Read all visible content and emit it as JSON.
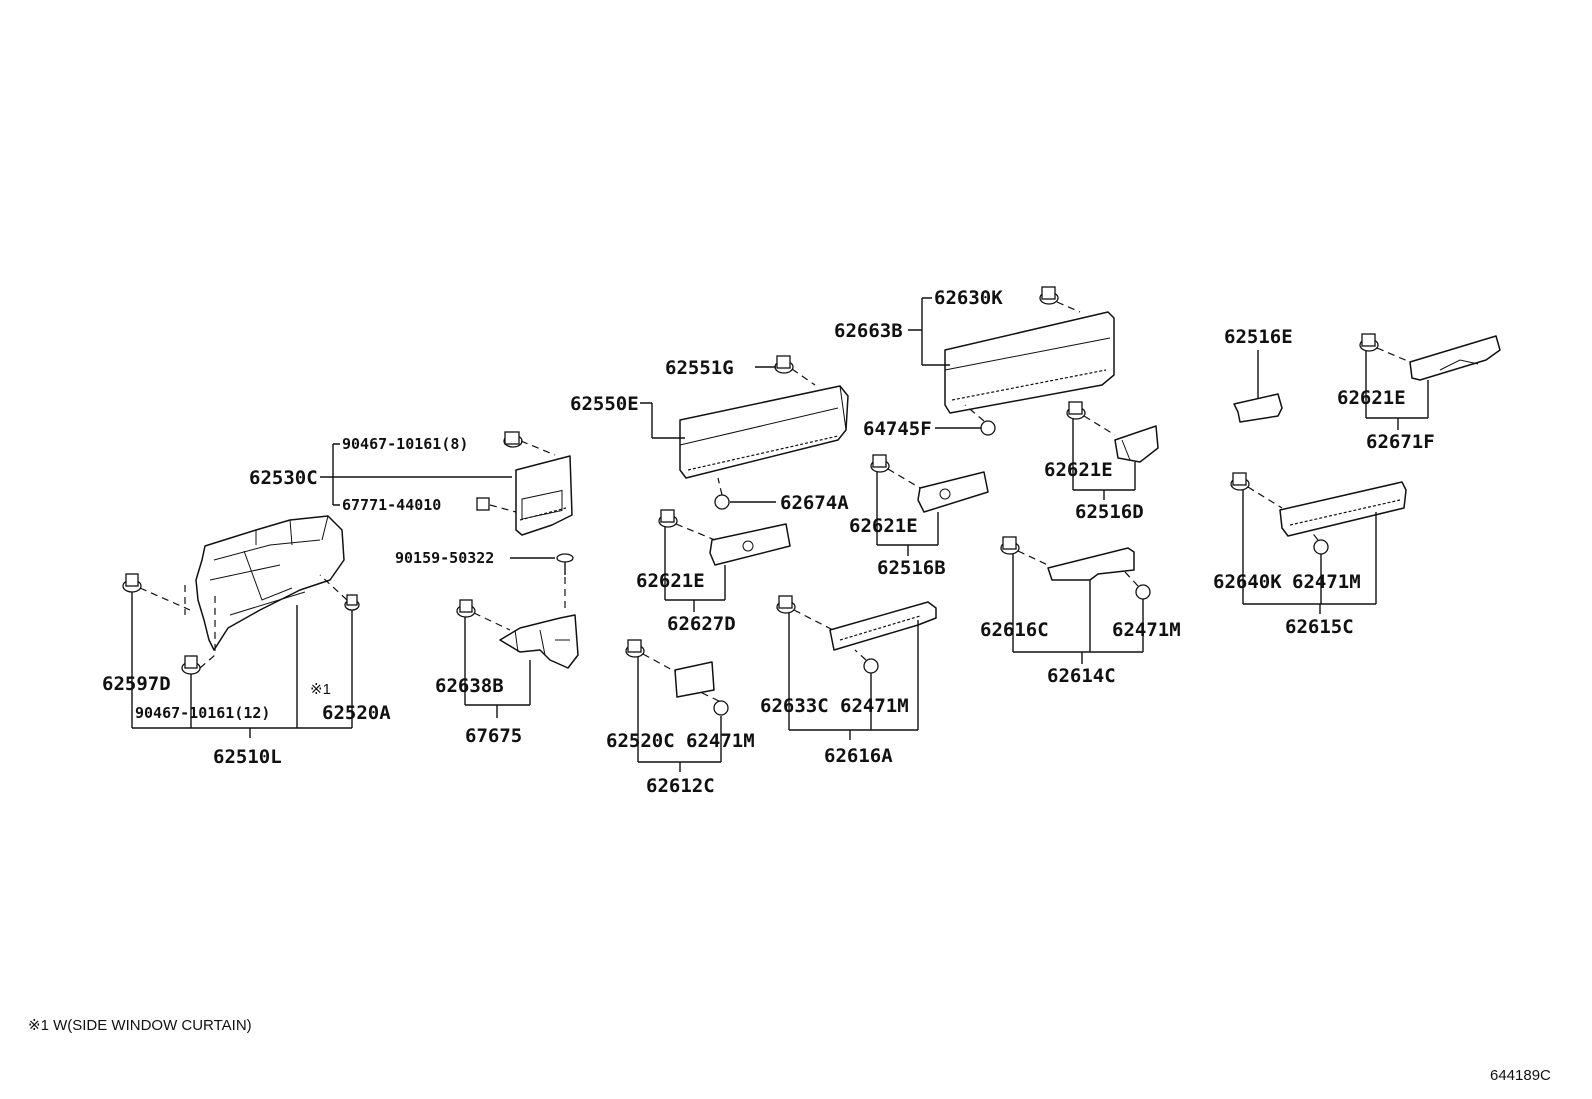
{
  "labels": {
    "p62510L": "62510L",
    "p62597D": "62597D",
    "p90467_12": "90467-10161(12)",
    "p62520A": "62520A",
    "note_mark": "※1",
    "p62530C": "62530C",
    "p90467_8": "90467-10161(8)",
    "p67771": "67771-44010",
    "p90159": "90159-50322",
    "p62638B": "62638B",
    "p67675": "67675",
    "p62550E": "62550E",
    "p62551G": "62551G",
    "p62674A": "62674A",
    "p62621E_a": "62621E",
    "p62627D": "62627D",
    "p62520C": "62520C",
    "p62471M_a": "62471M",
    "p62612C": "62612C",
    "p62633C": "62633C",
    "p62471M_b": "62471M",
    "p62616A": "62616A",
    "p62663B": "62663B",
    "p62630K": "62630K",
    "p64745F": "64745F",
    "p62621E_b": "62621E",
    "p62516B": "62516B",
    "p62621E_c": "62621E",
    "p62516D": "62516D",
    "p62616C": "62616C",
    "p62471M_c": "62471M",
    "p62614C": "62614C",
    "p62516E": "62516E",
    "p62621E_d": "62621E",
    "p62671F": "62671F",
    "p62640K": "62640K",
    "p62471M_d": "62471M",
    "p62615C": "62615C"
  },
  "footnote": "※1 W(SIDE WINDOW CURTAIN)",
  "diagram_code": "644189C"
}
